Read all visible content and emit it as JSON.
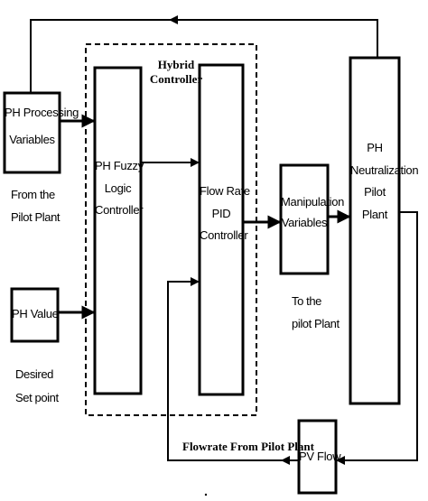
{
  "colors": {
    "stroke": "#000000",
    "background": "#ffffff"
  },
  "group": {
    "label_line1": "Hybrid",
    "label_line2": "Controller"
  },
  "blocks": {
    "ph_processing": {
      "line1": "PH Processing",
      "line2": "Variables"
    },
    "ph_value": {
      "line1": "PH Value"
    },
    "fuzzy": {
      "line1": "PH Fuzzy",
      "line2": "Logic",
      "line3": "Controller"
    },
    "pid": {
      "line1": "Flow Rate",
      "line2": "PID",
      "line3": "Controller"
    },
    "manipulation": {
      "line1": "Manipulation",
      "line2": "Variables"
    },
    "plant": {
      "line1": "PH",
      "line2": "Neutralization",
      "line3": "Pilot",
      "line4": "Plant"
    },
    "pv_flow": {
      "line1": "PV Flow"
    }
  },
  "notes": {
    "from_plant": {
      "line1": "From the",
      "line2": "Pilot Plant"
    },
    "desired": {
      "line1": "Desired",
      "line2": "Set point"
    },
    "to_plant": {
      "line1": "To the",
      "line2": "pilot Plant"
    },
    "flowrate": {
      "line1": "Flowrate From Pilot Plant"
    }
  }
}
